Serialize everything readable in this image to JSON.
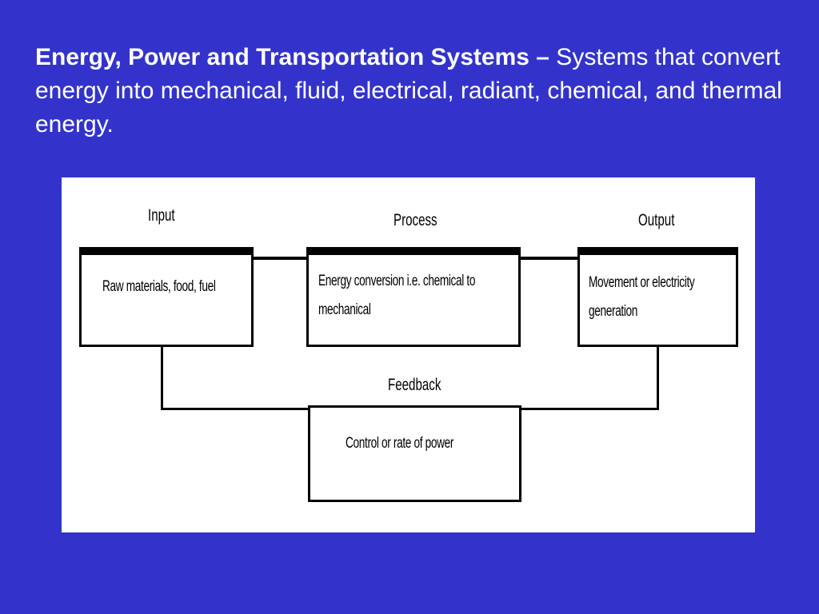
{
  "heading": {
    "bold_text": "Energy, Power and Transportation Systems –",
    "body_text": " Systems that convert energy into mechanical, fluid, electrical, radiant, chemical, and thermal energy."
  },
  "diagram": {
    "stages": {
      "input": {
        "label": "Input",
        "box_text": "Raw materials, food, fuel"
      },
      "process": {
        "label": "Process",
        "box_text_line1": "Energy conversion i.e. chemical to",
        "box_text_line2": "mechanical"
      },
      "output": {
        "label": "Output",
        "box_text_line1": "Movement or electricity",
        "box_text_line2": "generation"
      },
      "feedback": {
        "label": "Feedback",
        "box_text": "Control or rate of power"
      }
    }
  }
}
